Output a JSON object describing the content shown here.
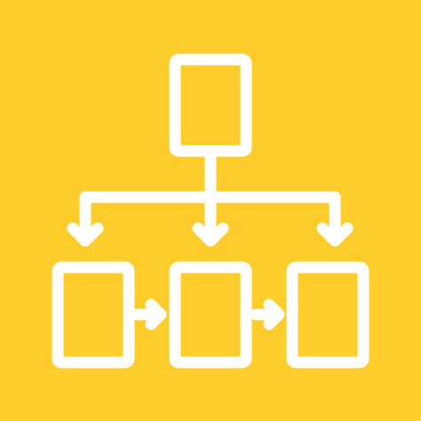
{
  "icon": {
    "name": "sitemap-flowchart-icon",
    "background_color": "#FECC2B",
    "stroke_color": "#FFFFFF",
    "nodes": [
      "top",
      "left",
      "middle",
      "right"
    ],
    "connectors": [
      "top-to-left",
      "top-to-middle",
      "top-to-right",
      "left-to-middle",
      "middle-to-right"
    ]
  }
}
